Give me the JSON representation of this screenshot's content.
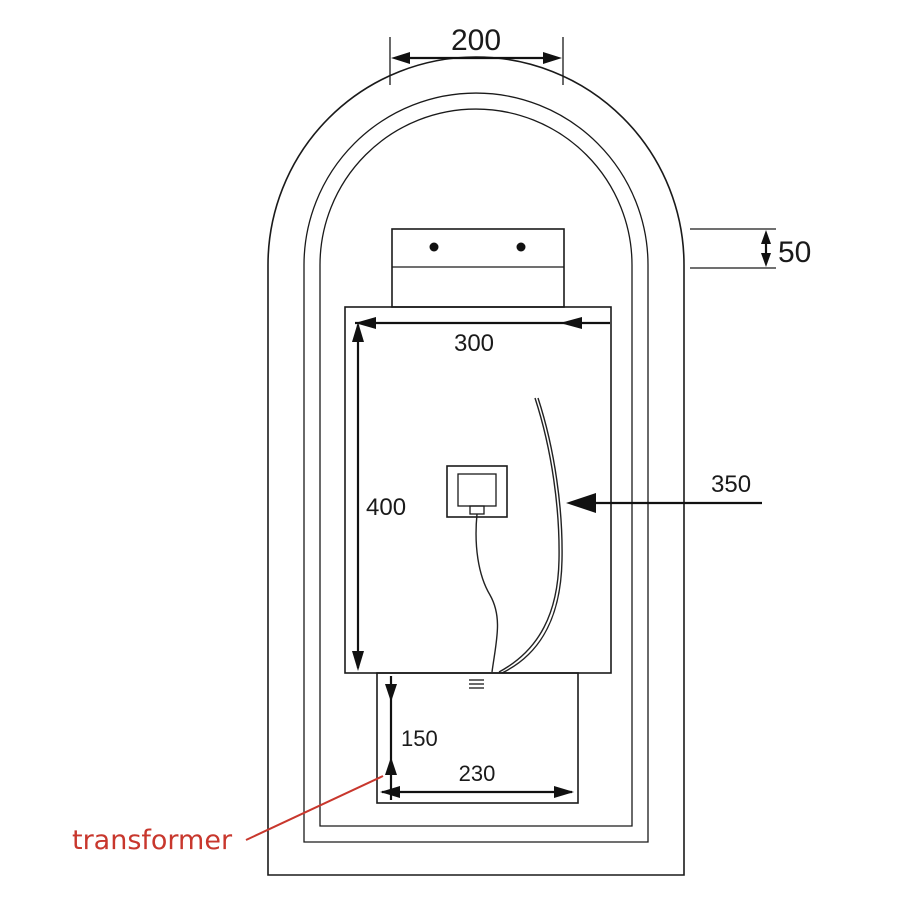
{
  "dimensions": {
    "top_width": "200",
    "frame_depth": "50",
    "box_width": "300",
    "box_height": "400",
    "cable_length": "350",
    "transformer_height": "150",
    "transformer_width": "230"
  },
  "callout": {
    "label": "transformer",
    "color": "#c8372d"
  }
}
